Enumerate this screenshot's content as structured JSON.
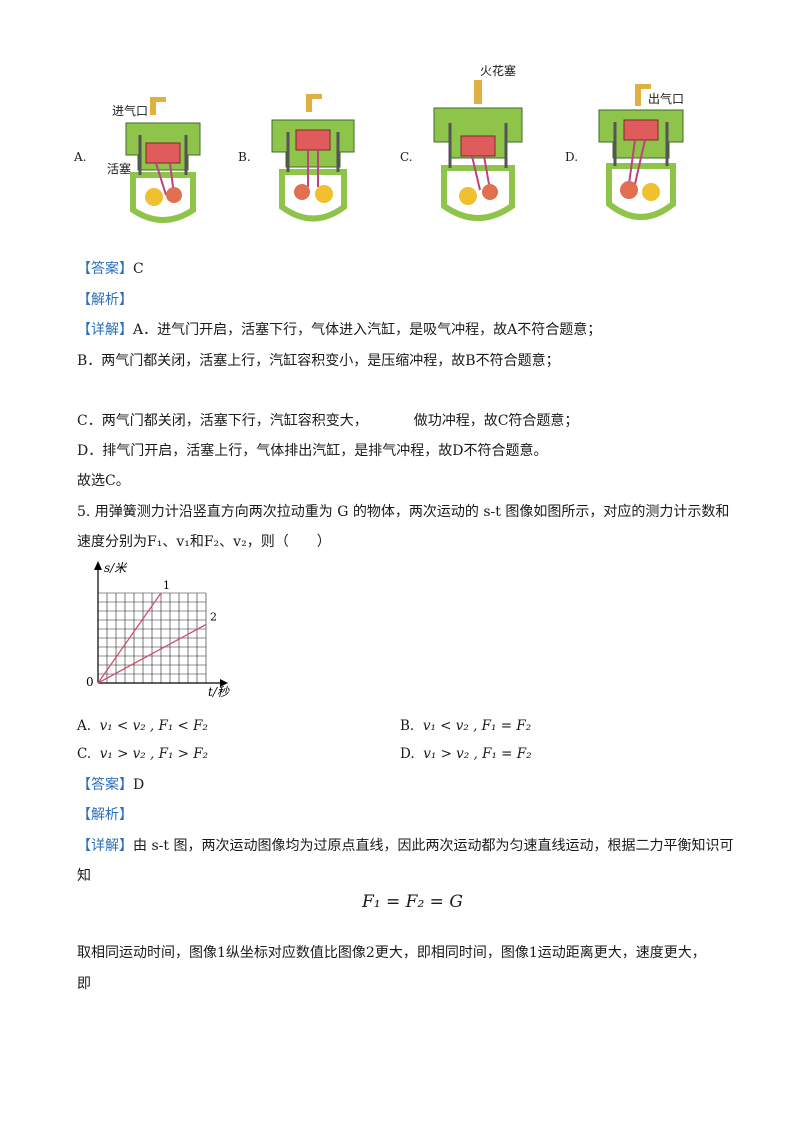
{
  "engine_options": [
    {
      "letter": "A.",
      "labels": {
        "intake": "进气口",
        "piston": "活塞"
      }
    },
    {
      "letter": "B.",
      "labels": {}
    },
    {
      "letter": "C.",
      "labels": {
        "spark": "火花塞"
      }
    },
    {
      "letter": "D.",
      "labels": {
        "exhaust": "出气口"
      }
    }
  ],
  "q4": {
    "answer_tag": "【答案】",
    "answer_value": "C",
    "analysis_tag": "【解析】",
    "detail_tag": "【详解】",
    "lines": [
      "A．进气门开启，活塞下行，气体进入汽缸，是吸气冲程，故A不符合题意；",
      "B．两气门都关闭，活塞上行，汽缸容积变小，是压缩冲程，故B不符合题意；",
      "C．两气门都关闭，活塞下行，汽缸容积变大，",
      "做功冲程，故C符合题意；",
      "D．排气门开启，活塞上行，气体排出汽缸，是排气冲程，故D不符合题意。",
      "故选C。"
    ]
  },
  "q5": {
    "stem_line1": "5. 用弹簧测力计沿竖直方向两次拉动重为 G 的物体，两次运动的 s-t 图像如图所示，对应的测力计示数和",
    "stem_line2": "速度分别为F₁、v₁和F₂、v₂，则（　　）",
    "options": [
      {
        "letter": "A.",
        "text": "v₁ < v₂ , F₁ < F₂"
      },
      {
        "letter": "B.",
        "text": "v₁ < v₂ , F₁ = F₂"
      },
      {
        "letter": "C.",
        "text": "v₁ > v₂ , F₁ > F₂"
      },
      {
        "letter": "D.",
        "text": "v₁ > v₂ , F₁ = F₂"
      }
    ],
    "answer_tag": "【答案】",
    "answer_value": "D",
    "analysis_tag": "【解析】",
    "detail_tag": "【详解】",
    "detail_line1": "由 s-t 图，两次运动图像均为过原点直线，因此两次运动都为匀速直线运动，根据二力平衡知识可",
    "detail_line2": "知",
    "formula": "F₁ = F₂ = G",
    "final_line1": "取相同运动时间，图像1纵坐标对应数值比图像2更大，即相同时间，图像1运动距离更大，速度更大，",
    "final_line2": "即"
  },
  "chart_data": {
    "type": "line",
    "xlabel": "t/秒",
    "ylabel": "s/米",
    "origin_label": "0",
    "grid": true,
    "x_range": [
      0,
      12
    ],
    "y_range": [
      0,
      10
    ],
    "series": [
      {
        "name": "1",
        "x": [
          0,
          7
        ],
        "y": [
          0,
          10
        ]
      },
      {
        "name": "2",
        "x": [
          0,
          12
        ],
        "y": [
          0,
          6.5
        ]
      }
    ]
  },
  "colors": {
    "tag": "#2b6fb8",
    "engine_body": "#8ec449",
    "engine_dark": "#3d6a2a",
    "piston": "#e05c5c",
    "spark": "#e0b040",
    "chart_line": "#d0506a"
  }
}
